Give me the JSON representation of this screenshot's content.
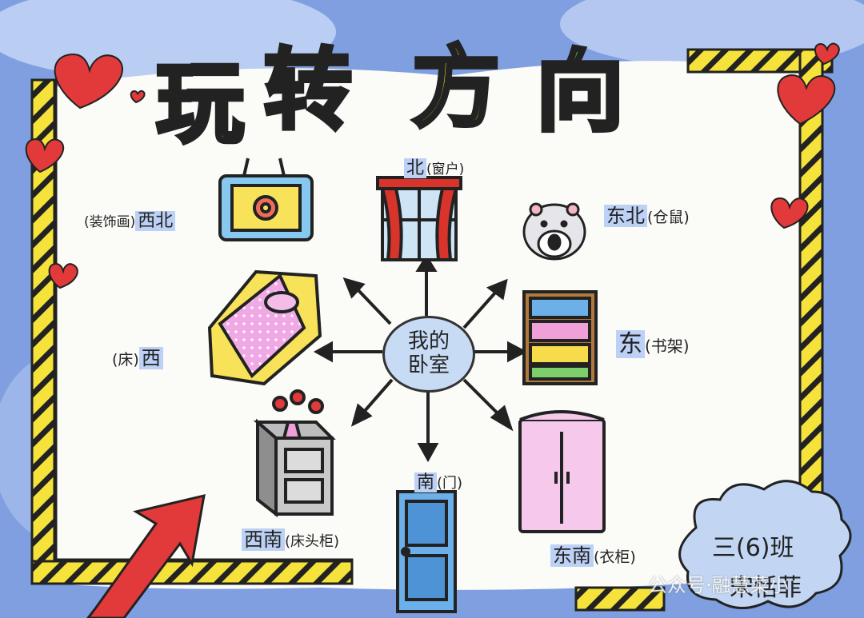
{
  "title": {
    "chars": [
      "玩",
      "转",
      "方",
      "向"
    ],
    "colors": [
      "#5b7fe6",
      "#e6a6f0",
      "#f2d32a",
      "#4fb048"
    ]
  },
  "center": {
    "line1": "我的",
    "line2": "卧室"
  },
  "directions": {
    "north": {
      "dir": "北",
      "item": "(窗户)"
    },
    "northeast": {
      "dir": "东北",
      "item": "(仓鼠)"
    },
    "east": {
      "dir": "东",
      "item": "(书架)"
    },
    "southeast": {
      "dir": "东南",
      "item": "(衣柜)"
    },
    "south": {
      "dir": "南",
      "item": "(门)"
    },
    "southwest": {
      "dir": "西南",
      "item": "(床头柜)"
    },
    "west": {
      "dir": "西",
      "item": "(床)"
    },
    "northwest": {
      "dir": "西北",
      "item": "(装饰画)"
    }
  },
  "signature": {
    "class": "三(6)班",
    "name": "宋恬菲"
  },
  "watermark": {
    "text": "公众号·融慧菜小"
  },
  "colors": {
    "background": "#7f9fe0",
    "paper": "#fbfbf8",
    "border_yellow": "#f5e23a",
    "heart_red": "#e23a3a",
    "label_highlight": "#bcd1f5"
  },
  "icons": [
    "heart-icon",
    "picture-frame-icon",
    "window-icon",
    "hamster-icon",
    "bookshelf-icon",
    "wardrobe-icon",
    "door-icon",
    "nightstand-icon",
    "bed-icon",
    "arrow-icon",
    "cloud-icon"
  ]
}
